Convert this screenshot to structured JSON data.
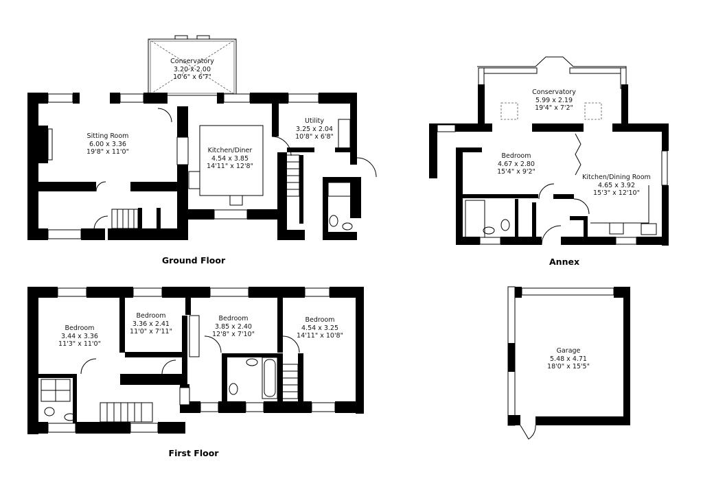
{
  "floors": {
    "ground": {
      "title": "Ground Floor"
    },
    "first": {
      "title": "First Floor"
    },
    "annex": {
      "title": "Annex"
    }
  },
  "rooms": {
    "gf_conservatory": {
      "name": "Conservatory",
      "metric": "3.20 x 2.00",
      "imperial": "10'6\" x 6'7\""
    },
    "gf_sitting_room": {
      "name": "Sitting Room",
      "metric": "6.00 x 3.36",
      "imperial": "19'8\" x 11'0\""
    },
    "gf_kitchen_diner": {
      "name": "Kitchen/Diner",
      "metric": "4.54 x 3.85",
      "imperial": "14'11\" x 12'8\""
    },
    "gf_utility": {
      "name": "Utility",
      "metric": "3.25 x 2.04",
      "imperial": "10'8\" x 6'8\""
    },
    "ff_bedroom_1": {
      "name": "Bedroom",
      "metric": "3.44 x 3.36",
      "imperial": "11'3\" x 11'0\""
    },
    "ff_bedroom_2": {
      "name": "Bedroom",
      "metric": "3.36 x 2.41",
      "imperial": "11'0\" x 7'11\""
    },
    "ff_bedroom_3": {
      "name": "Bedroom",
      "metric": "3.85 x 2.40",
      "imperial": "12'8\" x 7'10\""
    },
    "ff_bedroom_4": {
      "name": "Bedroom",
      "metric": "4.54 x 3.25",
      "imperial": "14'11\" x 10'8\""
    },
    "ax_conservatory": {
      "name": "Conservatory",
      "metric": "5.99 x 2.19",
      "imperial": "19'4\" x 7'2\""
    },
    "ax_bedroom": {
      "name": "Bedroom",
      "metric": "4.67 x 2.80",
      "imperial": "15'4\" x 9'2\""
    },
    "ax_kitchen_dining": {
      "name": "Kitchen/Dining Room",
      "metric": "4.65 x 3.92",
      "imperial": "15'3\" x 12'10\""
    },
    "garage": {
      "name": "Garage",
      "metric": "5.48 x 4.71",
      "imperial": "18'0\" x 15'5\""
    }
  },
  "colors": {
    "wall": "#000000",
    "background": "#ffffff",
    "text": "#111111"
  }
}
